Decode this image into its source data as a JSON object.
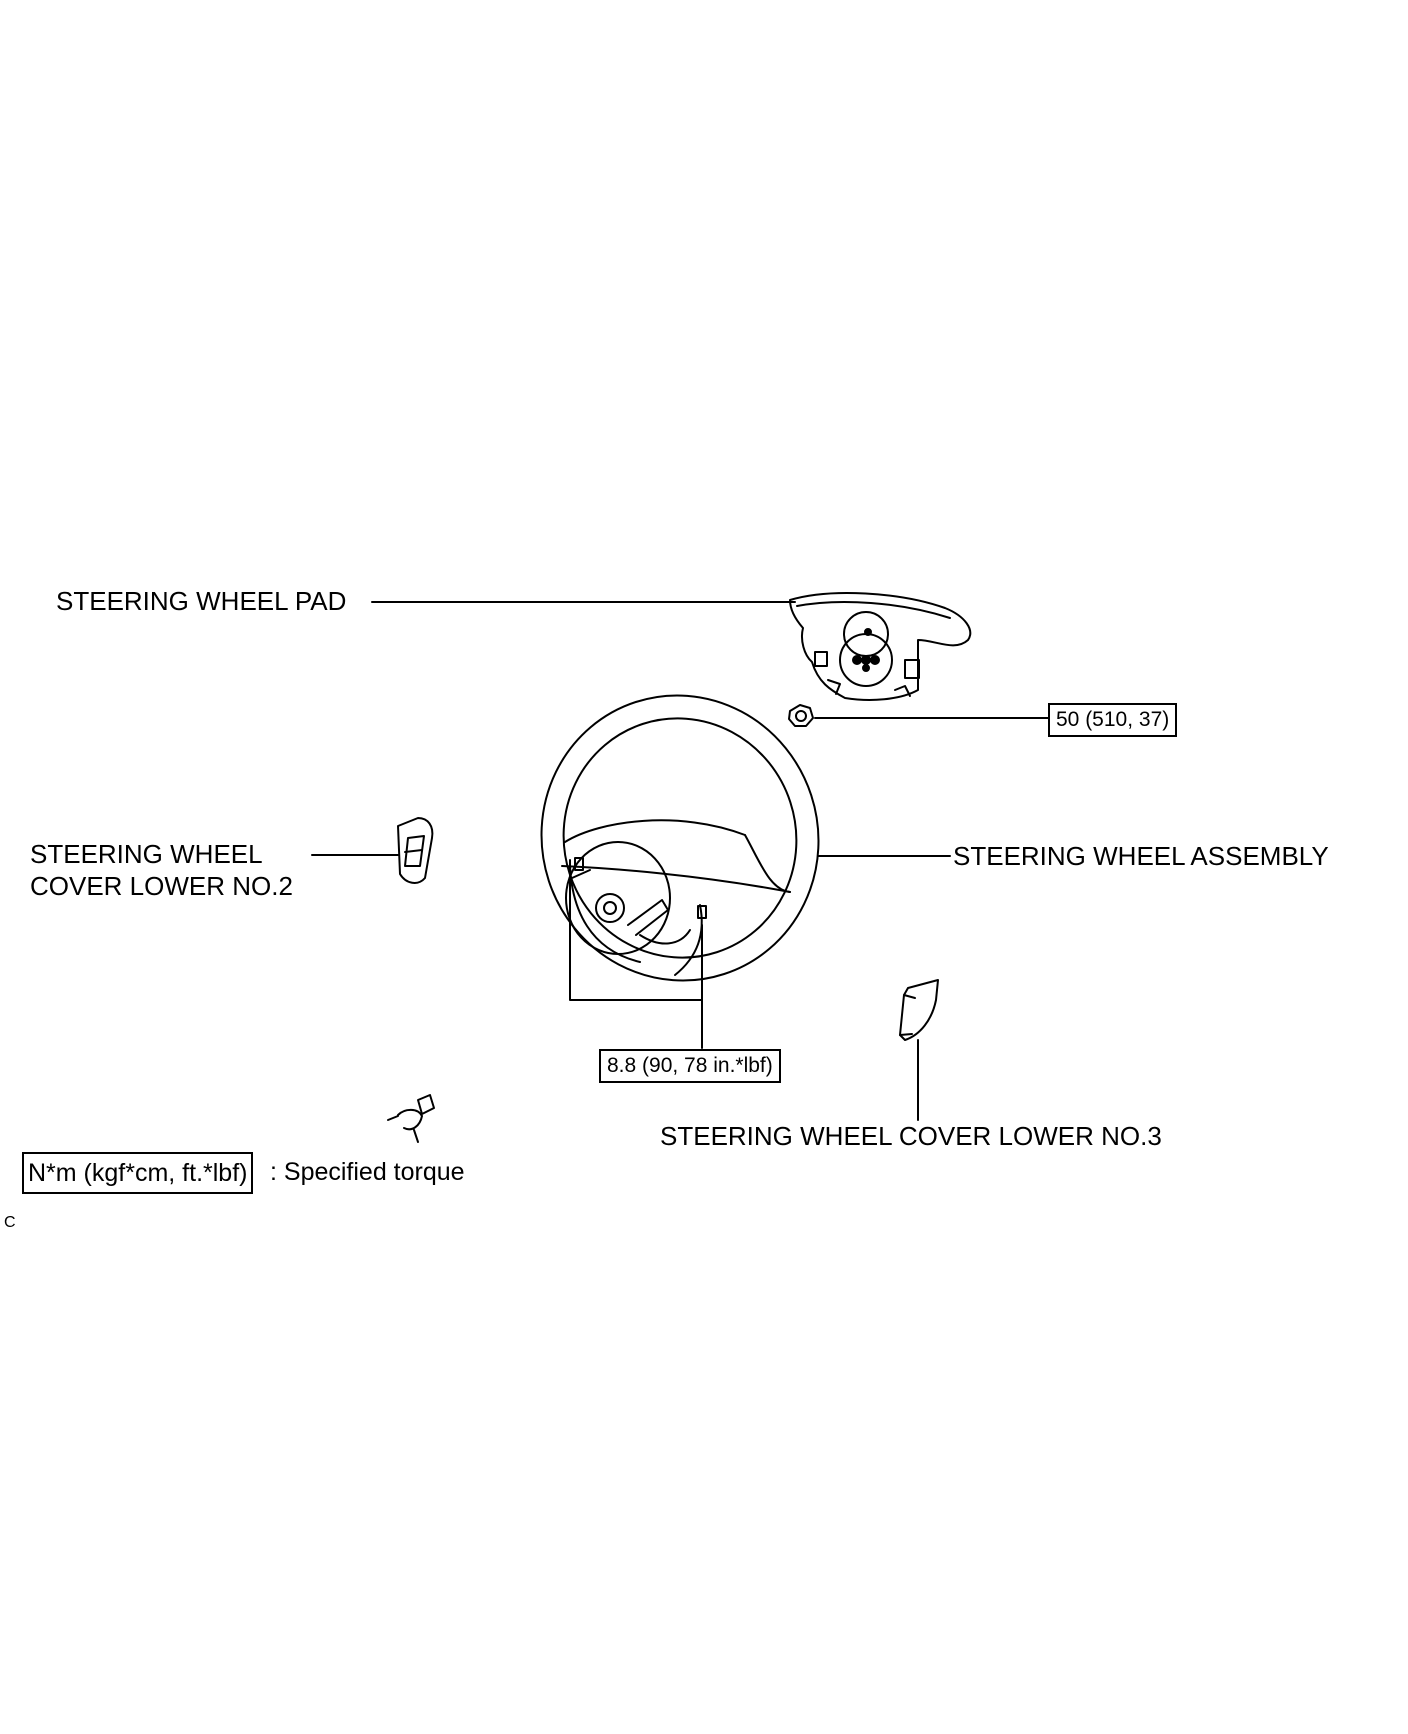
{
  "labels": {
    "pad": "STEERING WHEEL PAD",
    "cover_no2_line1": "STEERING WHEEL",
    "cover_no2_line2": "COVER LOWER NO.2",
    "assembly": "STEERING WHEEL ASSEMBLY",
    "cover_no3": "STEERING WHEEL COVER LOWER NO.3"
  },
  "torque": {
    "nut": "50 (510, 37)",
    "screws": "8.8 (90, 78 in.*lbf)"
  },
  "legend": {
    "box": "N*m (kgf*cm, ft.*lbf)",
    "text": ": Specified torque"
  },
  "code": "C"
}
